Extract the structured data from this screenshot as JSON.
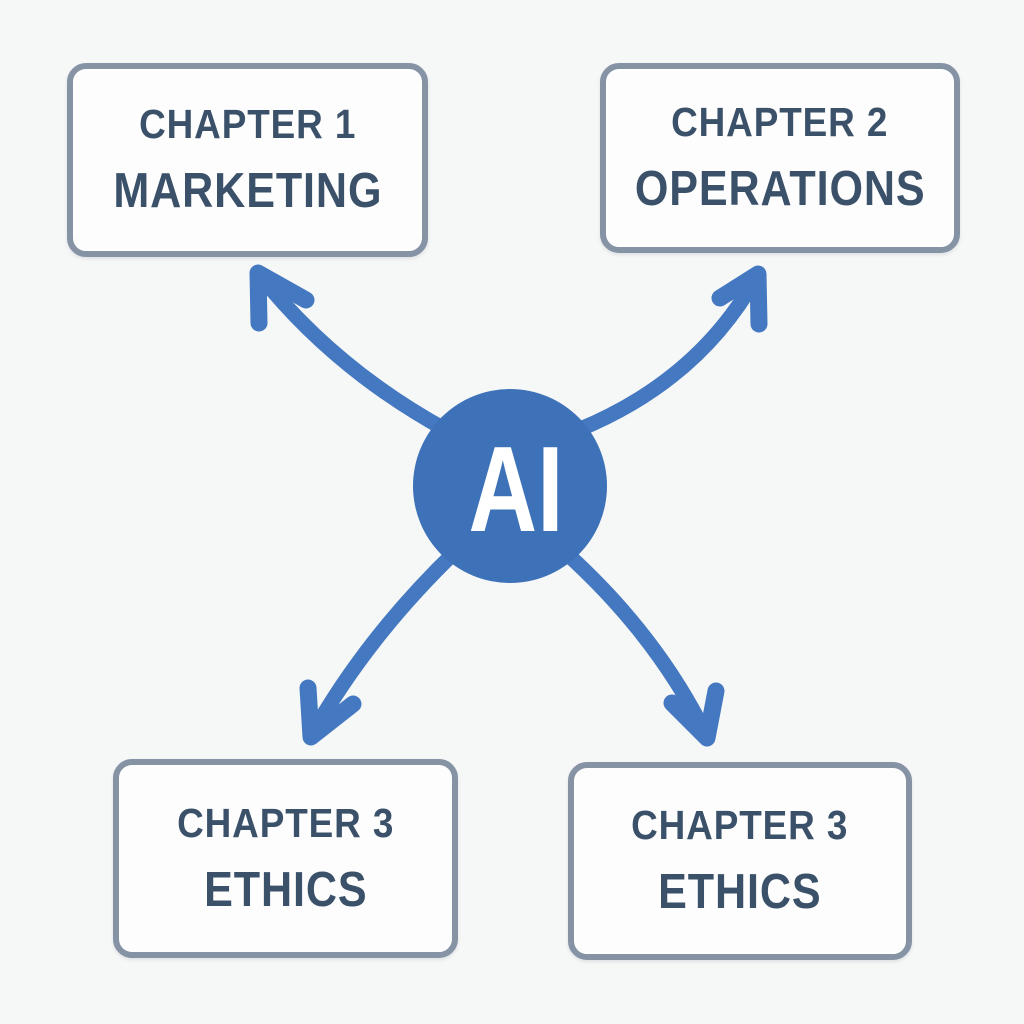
{
  "center": {
    "label": "AI"
  },
  "boxes": [
    {
      "position": "top-left",
      "line1": "CHAPTER 1",
      "line2": "MARKETING"
    },
    {
      "position": "top-right",
      "line1": "CHAPTER 2",
      "line2": "OPERATIONS"
    },
    {
      "position": "bottom-left",
      "line1": "CHAPTER 3",
      "line2": "ETHICS"
    },
    {
      "position": "bottom-right",
      "line1": "CHAPTER 3",
      "line2": "ETHICS"
    }
  ],
  "colors": {
    "background": "#f6f7f7",
    "box_fill": "#fdfdfd",
    "box_border": "#8593a5",
    "text": "#3b516a",
    "node_fill": "#3d72b9",
    "node_label": "#ffffff",
    "arrow": "#4478c0"
  }
}
